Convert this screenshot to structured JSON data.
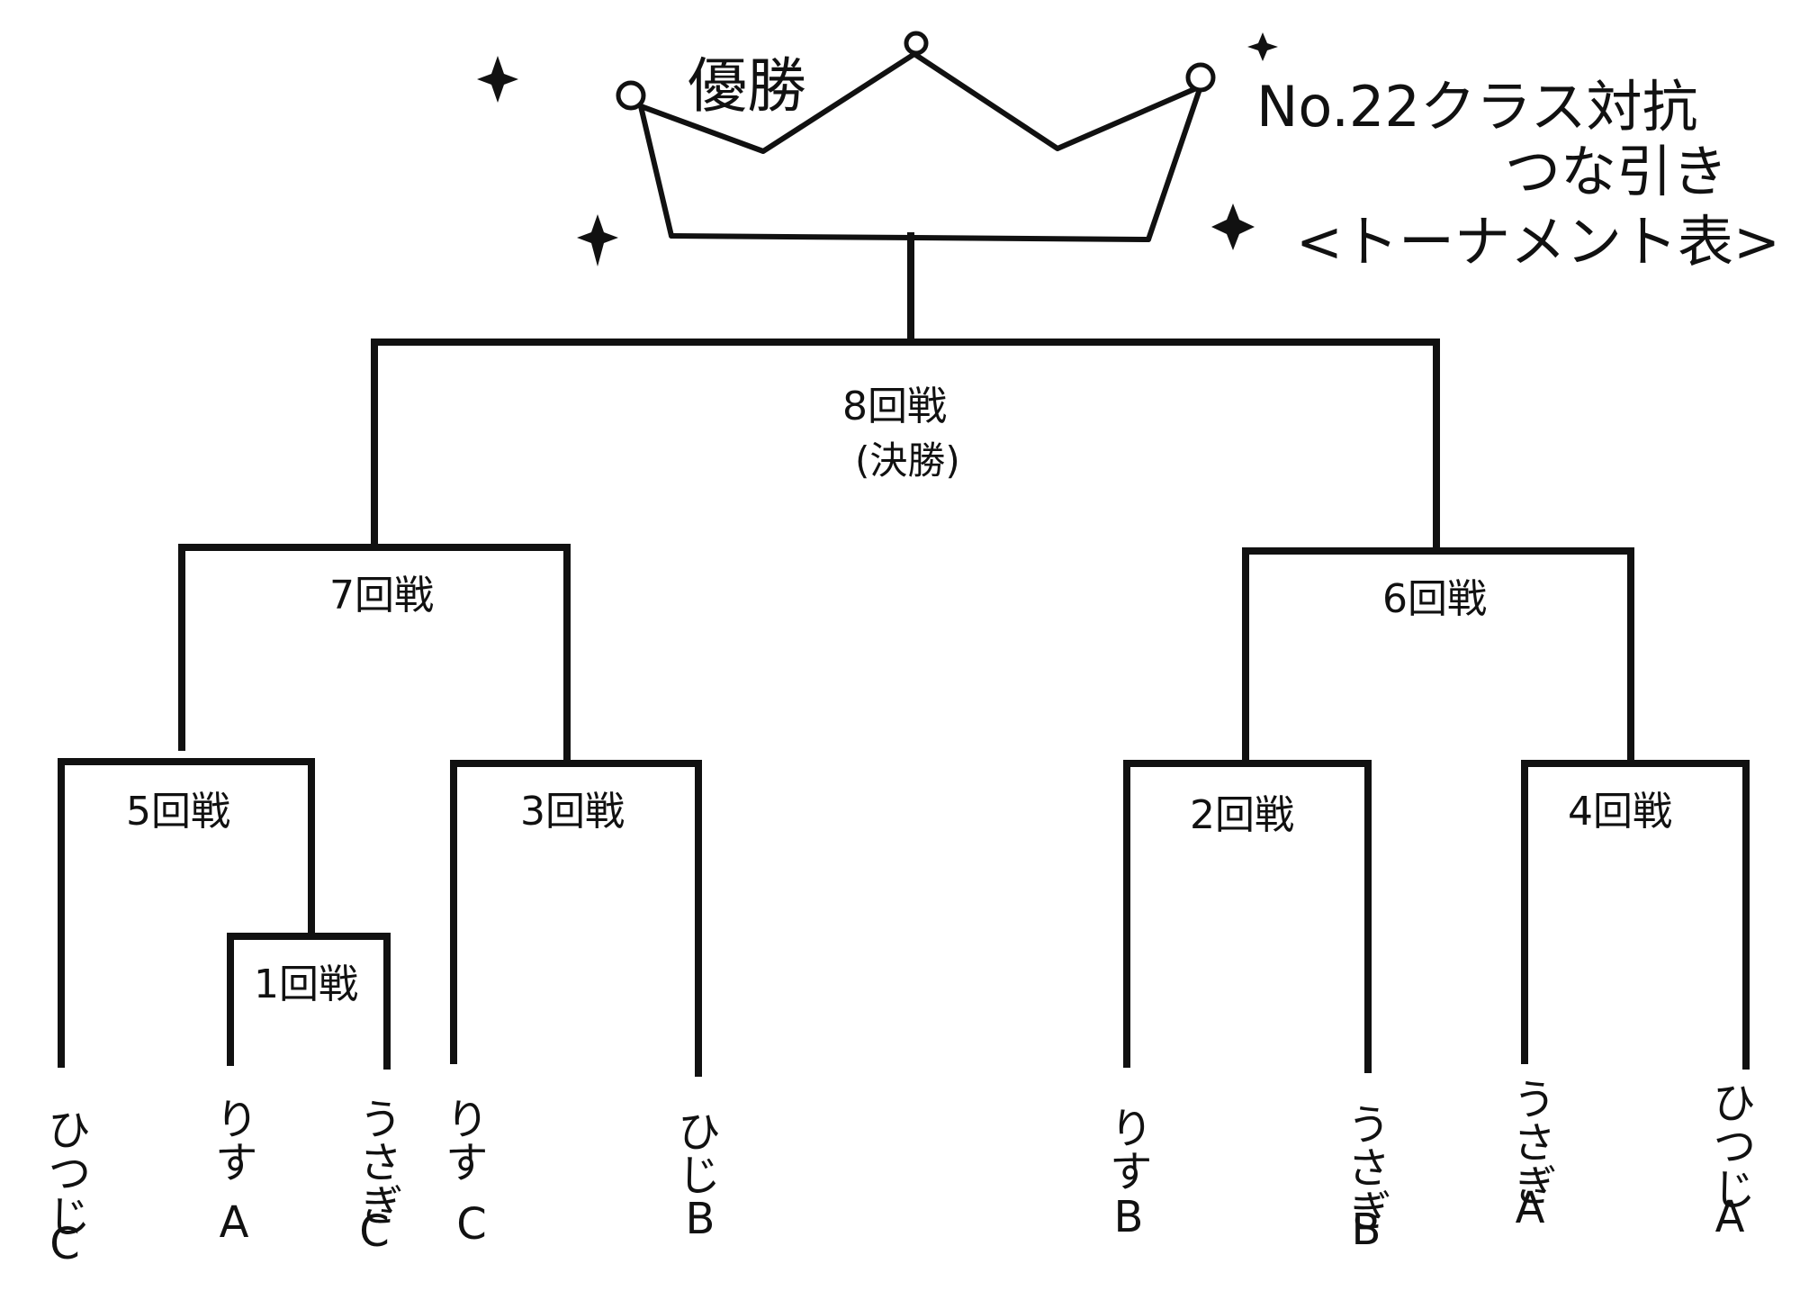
{
  "header": {
    "champion_label": "優勝",
    "title_line1": "No.22クラス対抗",
    "title_line2": "つな引き",
    "title_line3": "<トーナメント表>"
  },
  "rounds": {
    "r1": "1回戦",
    "r2": "2回戦",
    "r3": "3回戦",
    "r4": "4回戦",
    "r5": "5回戦",
    "r6": "6回戦",
    "r7": "7回戦",
    "r8": "8回戦",
    "r8_sub": "(決勝)"
  },
  "teams": [
    {
      "name": "ひつじ",
      "class": "C"
    },
    {
      "name": "りす",
      "class": "A"
    },
    {
      "name": "うさぎ",
      "class": "C"
    },
    {
      "name": "りす",
      "class": "C"
    },
    {
      "name": "ひじ",
      "class": "B"
    },
    {
      "name": "りす",
      "class": "B"
    },
    {
      "name": "うさぎ",
      "class": "B"
    },
    {
      "name": "うさぎ",
      "class": "A"
    },
    {
      "name": "ひつじ",
      "class": "A"
    }
  ]
}
